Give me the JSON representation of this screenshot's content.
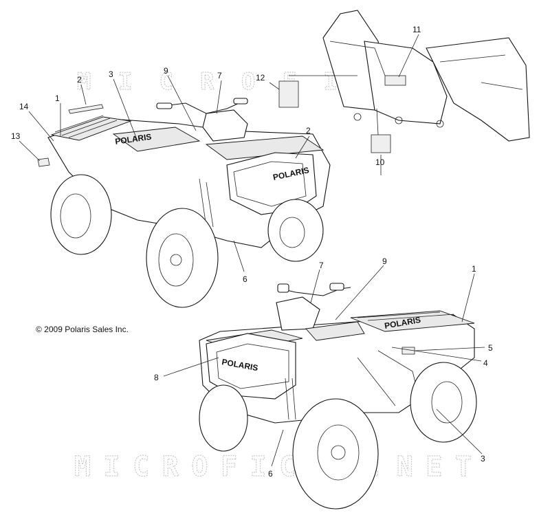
{
  "copyright": "© 2009 Polaris Sales Inc.",
  "watermark_top": "MICROFICHE",
  "watermark_bottom": "MICROFICHE.NET",
  "logo_text": "POLARIS",
  "callouts": {
    "c1a": "1",
    "c2a": "2",
    "c3a": "3",
    "c9a": "9",
    "c7a": "7",
    "c14": "14",
    "c13": "13",
    "c2b": "2",
    "c12": "12",
    "c11": "11",
    "c10": "10",
    "c6a": "6",
    "c7b": "7",
    "c9b": "9",
    "c1b": "1",
    "c5": "5",
    "c4": "4",
    "c8": "8",
    "c3b": "3",
    "c6b": "6"
  }
}
